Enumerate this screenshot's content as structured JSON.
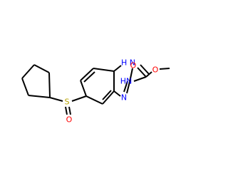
{
  "molecule": {
    "colors": {
      "carbon_bond": "#000000",
      "nitrogen": "#0000ff",
      "oxygen": "#ff0000",
      "sulfur": "#b8a300"
    },
    "atoms": [
      {
        "id": "nh_ring",
        "label": "H N",
        "element": "N",
        "name": "ring-nh-atom"
      },
      {
        "id": "n_ring",
        "label": "N",
        "element": "N",
        "name": "ring-n-atom"
      },
      {
        "id": "nh_carbamate",
        "label": "HN",
        "element": "N",
        "name": "carbamate-nh-atom"
      },
      {
        "id": "o_carbonyl",
        "label": "O",
        "element": "O",
        "name": "carbonyl-oxygen-atom"
      },
      {
        "id": "o_ester",
        "label": "O",
        "element": "O",
        "name": "ester-oxygen-atom"
      },
      {
        "id": "s_sulfinyl",
        "label": "S",
        "element": "S",
        "name": "sulfinyl-sulfur-atom"
      },
      {
        "id": "o_sulfinyl",
        "label": "O",
        "element": "O",
        "name": "sulfinyl-oxygen-atom"
      }
    ]
  }
}
